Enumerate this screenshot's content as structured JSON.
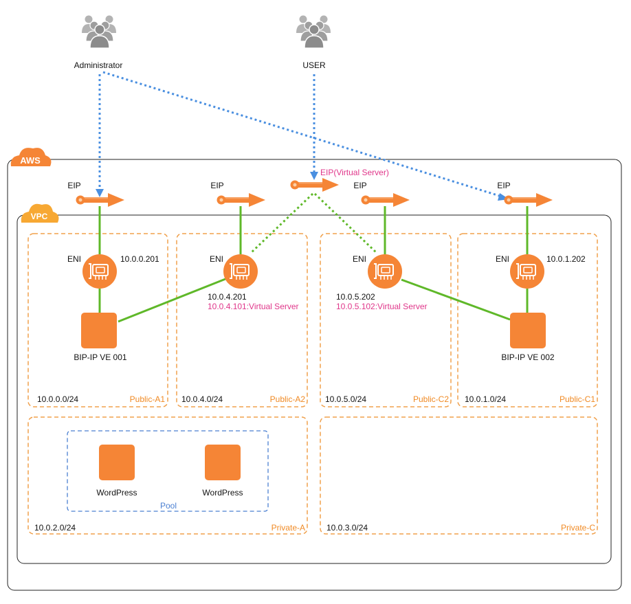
{
  "actors": {
    "administrator": {
      "label": "Administrator"
    },
    "user": {
      "label": "USER"
    }
  },
  "containers": {
    "aws": {
      "badge": "AWS"
    },
    "vpc": {
      "badge": "VPC"
    }
  },
  "eips": {
    "eip_a1": "EIP",
    "eip_a2": "EIP",
    "eip_virtual": "EIP(Virtual Server)",
    "eip_c2": "EIP",
    "eip_c1": "EIP"
  },
  "enis": {
    "eni_a1": {
      "label": "ENI",
      "ip": "10.0.0.201"
    },
    "eni_a2": {
      "label": "ENI",
      "ip": "10.0.4.201",
      "virtual": "10.0.4.101:Virtual Server"
    },
    "eni_c2": {
      "label": "ENI",
      "ip": "10.0.5.202",
      "virtual": "10.0.5.102:Virtual Server"
    },
    "eni_c1": {
      "label": "ENI",
      "ip": "10.0.1.202"
    }
  },
  "instances": {
    "bigip_001": "BIP-IP VE 001",
    "bigip_002": "BIP-IP VE 002",
    "wordpress_1": "WordPress",
    "wordpress_2": "WordPress"
  },
  "pool": {
    "label": "Pool"
  },
  "subnets": {
    "public_a1": {
      "name": "Public-A1",
      "cidr": "10.0.0.0/24"
    },
    "public_a2": {
      "name": "Public-A2",
      "cidr": "10.0.4.0/24"
    },
    "public_c2": {
      "name": "Public-C2",
      "cidr": "10.0.5.0/24"
    },
    "public_c1": {
      "name": "Public-C1",
      "cidr": "10.0.1.0/24"
    },
    "private_a": {
      "name": "Private-A",
      "cidr": "10.0.2.0/24"
    },
    "private_c": {
      "name": "Private-C",
      "cidr": "10.0.3.0/24"
    }
  },
  "colors": {
    "aws_orange": "#f58536",
    "vpc_gold": "#f7a833",
    "subnet_border": "#f0a04b",
    "link_green": "#5fb829",
    "admin_blue": "#4a8fe0",
    "virtual_pink": "#e0368a",
    "actor_gray": "#b3b3b3"
  }
}
